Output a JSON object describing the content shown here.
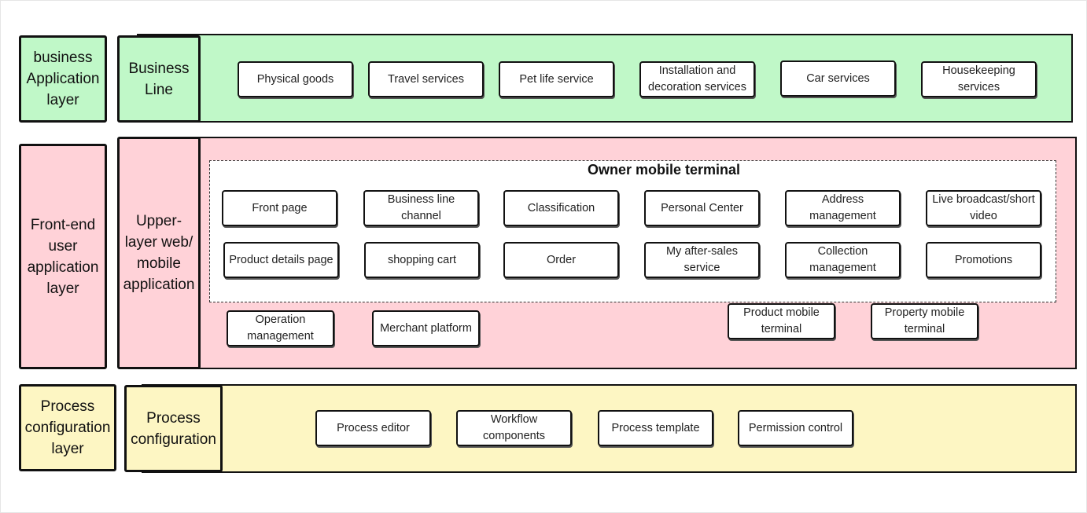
{
  "layers": {
    "business": {
      "label": "business Application layer",
      "sub_label": "Business Line",
      "items": [
        "Physical goods",
        "Travel services",
        "Pet life service",
        "Installation and decoration services",
        "Car services",
        "Housekeeping services"
      ]
    },
    "frontend": {
      "label": "Front-end user application layer",
      "sub_label": "Upper-layer web/ mobile application",
      "owner_group": {
        "title": "Owner mobile terminal",
        "row1": [
          "Front page",
          "Business line channel",
          "Classification",
          "Personal Center",
          "Address management",
          "Live broadcast/short video"
        ],
        "row2": [
          "Product details page",
          "shopping cart",
          "Order",
          "My after-sales service",
          "Collection management",
          "Promotions"
        ]
      },
      "others": [
        "Operation management",
        "Merchant platform",
        "Product mobile terminal",
        "Property mobile terminal"
      ]
    },
    "process": {
      "label": "Process configuration layer",
      "sub_label": "Process configuration",
      "items": [
        "Process editor",
        "Workflow components",
        "Process template",
        "Permission control"
      ]
    }
  },
  "colors": {
    "business": "#c0f8c8",
    "frontend": "#ffd2d8",
    "process": "#fdf6c3",
    "border": "#111111"
  }
}
